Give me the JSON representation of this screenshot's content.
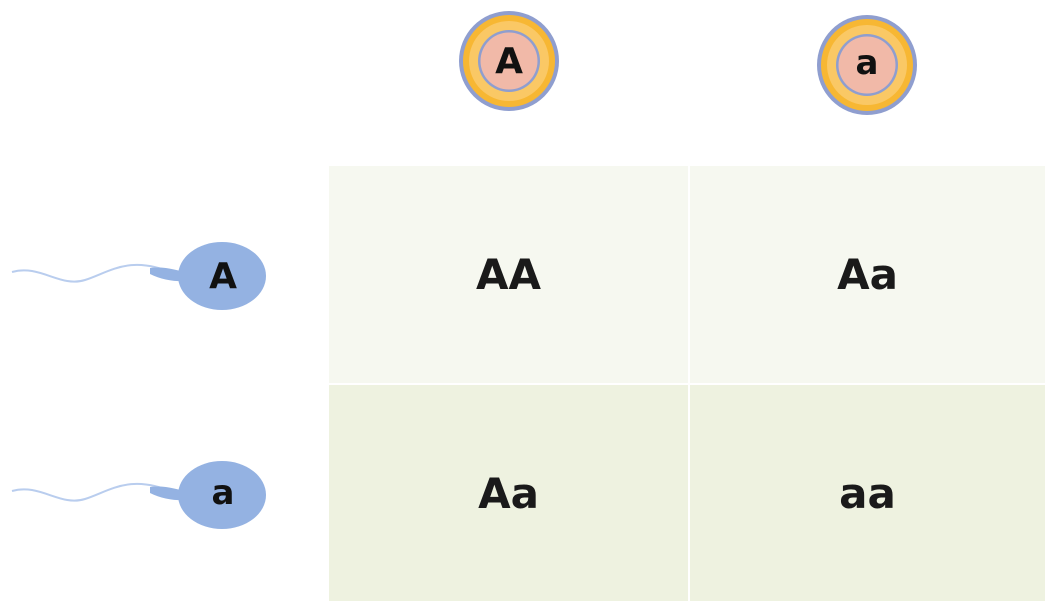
{
  "egg_alleles": [
    "A",
    "a"
  ],
  "sperm_alleles": [
    "A",
    "a"
  ],
  "cells": [
    [
      "AA",
      "Aa"
    ],
    [
      "Aa",
      "aa"
    ]
  ],
  "colors": {
    "egg_outer_ring": "#8f9ecf",
    "egg_yolk_ring": "#f7b733",
    "egg_nucleus": "#f1b9a8",
    "sperm_head": "#94b2e2",
    "sperm_tail": "#b9cdee",
    "row1_fill": "#f6f8f0",
    "row2_fill": "#eef2e0"
  },
  "icons": {
    "egg": "egg-cell-icon",
    "sperm": "sperm-cell-icon"
  }
}
